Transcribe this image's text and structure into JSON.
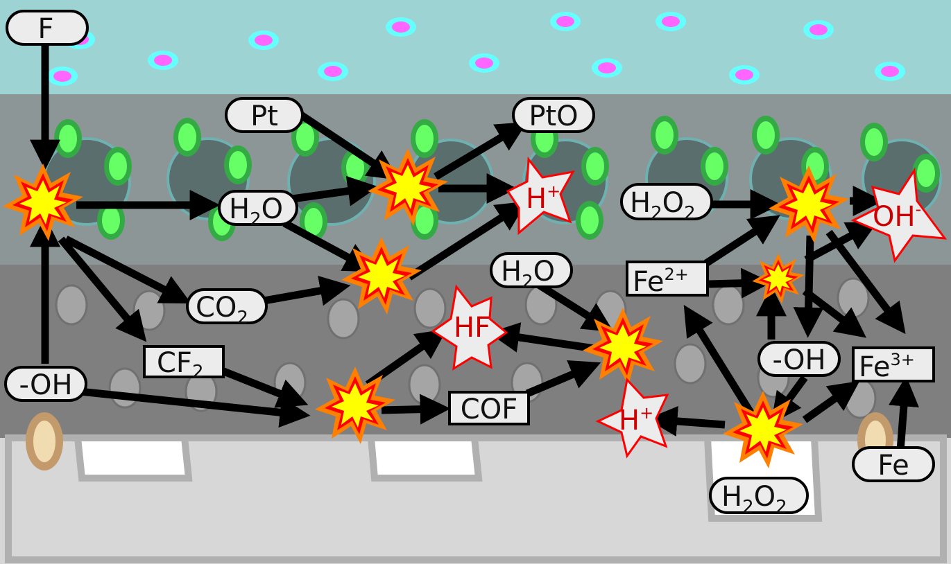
{
  "layers": {
    "ionomer_color": "#9dd4d3",
    "catalyst_color": "#8c9696",
    "membrane_color": "#7f7f7f",
    "electrode_color": "#d7d7d7"
  },
  "labels": {
    "F": "F",
    "Pt": "Pt",
    "PtO": "PtO",
    "H2O_top_a": "H",
    "H2O_top_b": "2",
    "H2O_top_c": "O",
    "H_plus_top_a": "H",
    "H_plus_top_b": "+",
    "H2O2_top_a": "H",
    "H2O2_top_b": "2",
    "H2O2_top_c": "O",
    "H2O2_top_d": "2",
    "OH_minus_a": "OH",
    "OH_minus_b": "-",
    "CO2_a": "CO",
    "CO2_b": "2",
    "H2O_mid_a": "H",
    "H2O_mid_b": "2",
    "H2O_mid_c": "O",
    "Fe2_a": "Fe",
    "Fe2_b": "2+",
    "HF": "HF",
    "CF2_a": "CF",
    "CF2_b": "2",
    "OH_left": "-OH",
    "OH_right": "-OH",
    "Fe3_a": "Fe",
    "Fe3_b": "3+",
    "COF": "COF",
    "H_plus_bot_a": "H",
    "H_plus_bot_b": "+",
    "Fe": "Fe",
    "H2O2_bot_a": "H",
    "H2O2_bot_b": "2",
    "H2O2_bot_c": "O",
    "H2O2_bot_d": "2"
  },
  "colors": {
    "arrow": "#000000",
    "burst_outer": "#ff7f00",
    "burst_mid": "#ff0000",
    "burst_inner": "#ffff00",
    "ion_fill": "#ececec",
    "ion_stroke": "#ff0000",
    "particle_green": "#66ff66",
    "particle_pink": "#ff66ff",
    "particle_cyan": "#66ffff"
  }
}
